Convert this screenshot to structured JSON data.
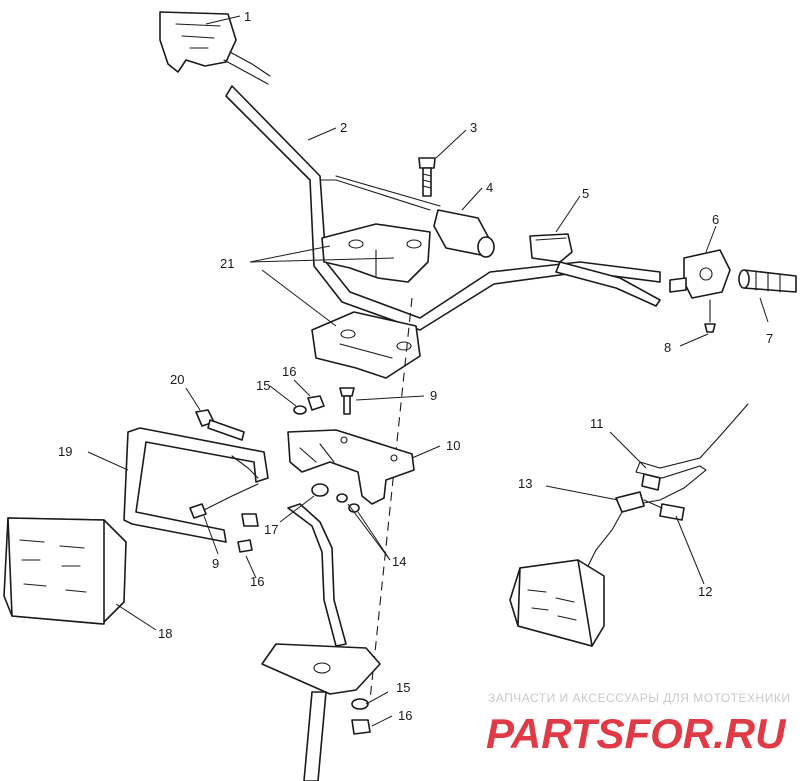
{
  "callouts": {
    "c1": "1",
    "c2": "2",
    "c3": "3",
    "c4": "4",
    "c5": "5",
    "c6": "6",
    "c7": "7",
    "c8": "8",
    "c9a": "9",
    "c9b": "9",
    "c10": "10",
    "c11": "11",
    "c12": "12",
    "c13": "13",
    "c14": "14",
    "c15a": "15",
    "c15b": "15",
    "c16a": "16",
    "c16b": "16",
    "c16c": "16",
    "c17": "17",
    "c18": "18",
    "c19": "19",
    "c20": "20",
    "c21": "21"
  },
  "watermark": {
    "tagline": "ЗАПЧАСТИ И АКСЕССУАРЫ ДЛЯ МОТОТЕХНИКИ",
    "logo": "PARTSFOR.RU",
    "color": "#e03a47",
    "tagline_color": "#c9c9c9"
  }
}
